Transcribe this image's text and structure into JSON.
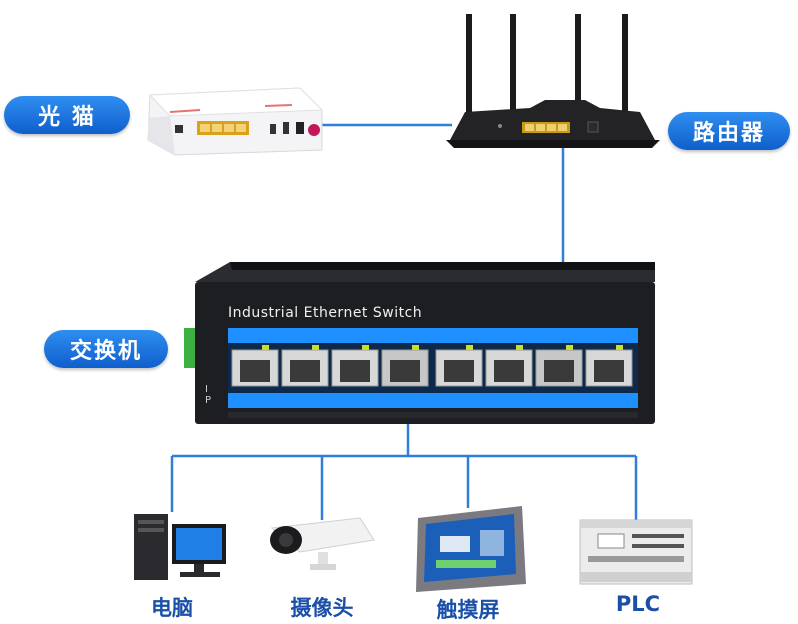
{
  "labels": {
    "modem": "光 猫",
    "router": "路由器",
    "switch": "交换机"
  },
  "switch_title": "Industrial Ethernet Switch",
  "devices": {
    "pc": "电脑",
    "camera": "摄像头",
    "touchscreen": "触摸屏",
    "plc": "PLC"
  },
  "colors": {
    "pill": "#1a6fe0",
    "link": "#2f7fd8",
    "device_label": "#1a4fa8",
    "switch_body": "#1c1e22",
    "switch_band": "#1e90ff"
  }
}
